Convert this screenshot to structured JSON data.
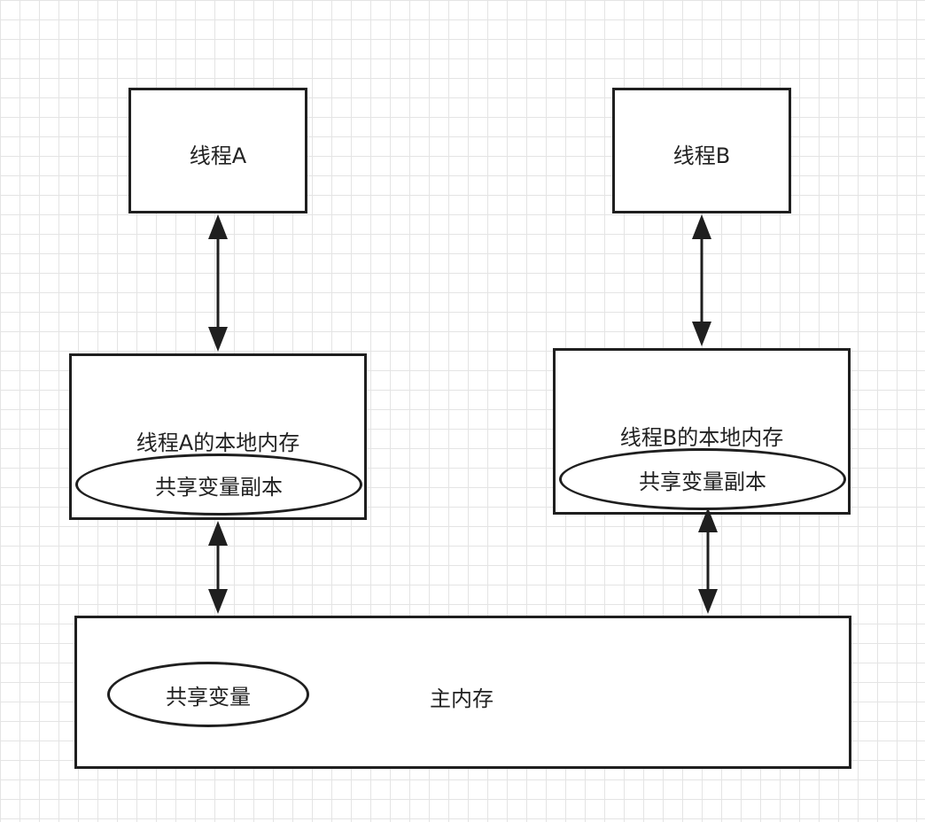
{
  "thread_a": {
    "title": "线程A",
    "local_memory_label": "线程A的本地内存",
    "variable_copy_label": "共享变量副本"
  },
  "thread_b": {
    "title": "线程B",
    "local_memory_label": "线程B的本地内存",
    "variable_copy_label": "共享变量副本"
  },
  "main_memory": {
    "label": "主内存",
    "shared_variable_label": "共享变量"
  },
  "colors": {
    "stroke": "#1f1f1f",
    "grid": "#e4e4e4",
    "background": "#ffffff"
  }
}
